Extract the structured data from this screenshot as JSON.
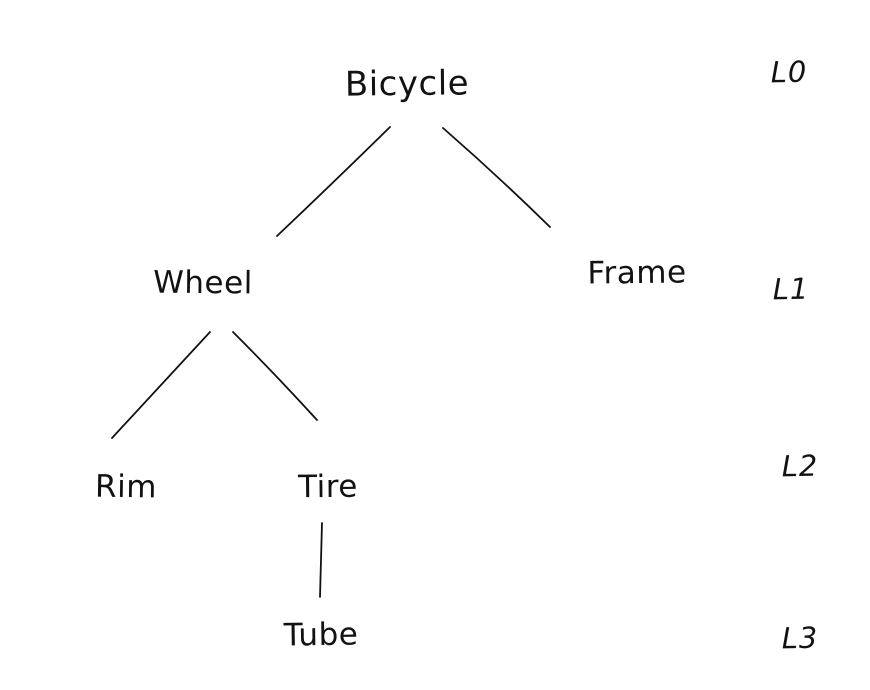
{
  "diagram": {
    "type": "tree",
    "description": "Hand-drawn component hierarchy of a bicycle with depth level labels",
    "nodes": {
      "bicycle": {
        "label": "Bicycle",
        "level": 0
      },
      "wheel": {
        "label": "Wheel",
        "level": 1
      },
      "frame": {
        "label": "Frame",
        "level": 1
      },
      "rim": {
        "label": "Rim",
        "level": 2
      },
      "tire": {
        "label": "Tire",
        "level": 2
      },
      "tube": {
        "label": "Tube",
        "level": 3
      }
    },
    "edges": [
      {
        "from": "Bicycle",
        "to": "Wheel"
      },
      {
        "from": "Bicycle",
        "to": "Frame"
      },
      {
        "from": "Wheel",
        "to": "Rim"
      },
      {
        "from": "Wheel",
        "to": "Tire"
      },
      {
        "from": "Tire",
        "to": "Tube"
      }
    ],
    "level_labels": {
      "l0": {
        "label": "L0"
      },
      "l1": {
        "label": "L1"
      },
      "l2": {
        "label": "L2"
      },
      "l3": {
        "label": "L3"
      }
    }
  },
  "colors": {
    "ink": "#121212",
    "background": "#ffffff"
  }
}
